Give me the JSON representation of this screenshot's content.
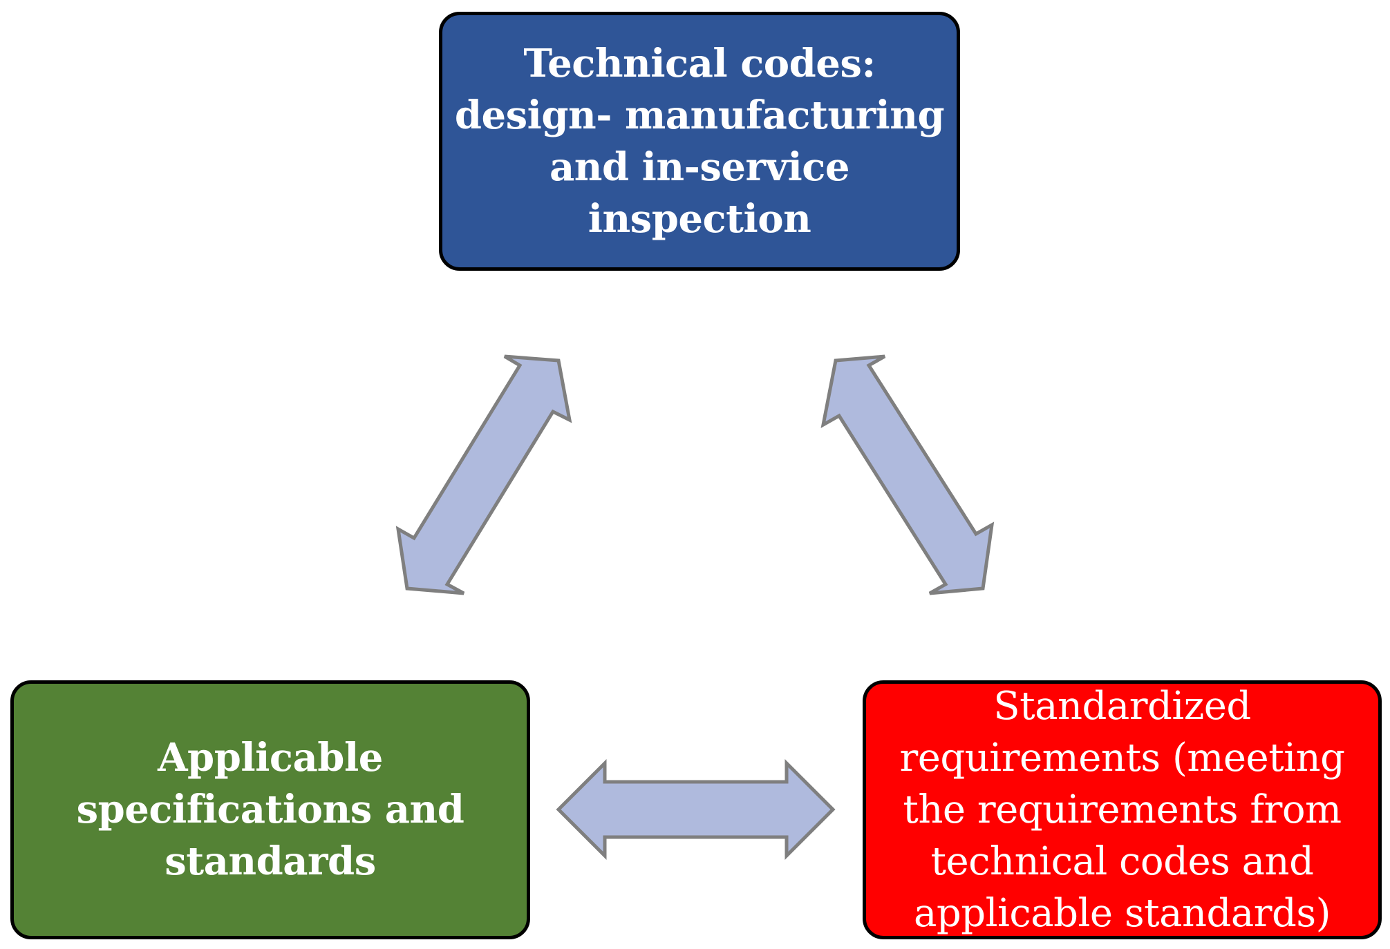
{
  "colors": {
    "top_box": "#2f5597",
    "left_box": "#548235",
    "right_box": "#ff0000",
    "arrow_fill": "#afbadd",
    "arrow_stroke": "#7f7f7f"
  },
  "nodes": {
    "top": {
      "lines": [
        "Technical codes:",
        "design- manufacturing",
        "and in-service",
        "inspection"
      ]
    },
    "left": {
      "lines": [
        "Applicable",
        "specifications and",
        "standards"
      ]
    },
    "right": {
      "lines": [
        "Standardized",
        "requirements (meeting",
        "the requirements from",
        "technical codes and",
        "applicable standards)"
      ]
    }
  },
  "connections": [
    {
      "from": "top",
      "to": "left",
      "direction": "bidirectional"
    },
    {
      "from": "top",
      "to": "right",
      "direction": "bidirectional"
    },
    {
      "from": "left",
      "to": "right",
      "direction": "bidirectional"
    }
  ]
}
